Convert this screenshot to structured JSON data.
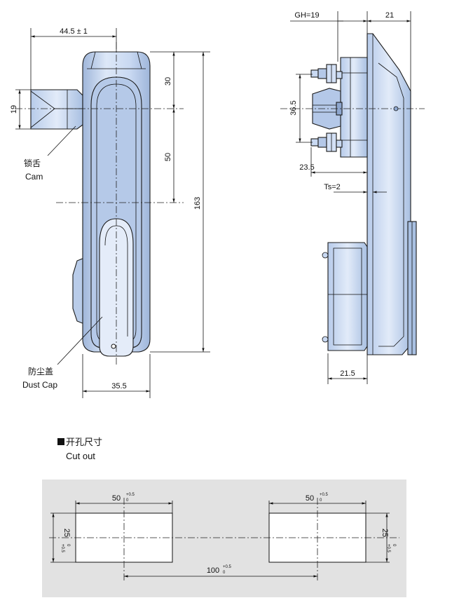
{
  "colors": {
    "part_fill": "#c9d9f2",
    "part_fill_light": "#e2ebf9",
    "part_fill_dark": "#9fb6da",
    "cutout_panel": "#e2e2e2",
    "cutout_hole": "#ffffff",
    "line": "#111111"
  },
  "front_view": {
    "dim_width_top": "44.5 ± 1",
    "dim_upper": "30",
    "dim_middle": "50",
    "dim_total_height": "163",
    "dim_cam": "19",
    "dim_width_bottom": "35.5",
    "cam_label_cn": "锁舌",
    "cam_label_en": "Cam",
    "dust_cap_label_cn": "防尘盖",
    "dust_cap_label_en": "Dust Cap"
  },
  "side_view": {
    "dim_gh": "GH=19",
    "dim_21": "21",
    "dim_36_5": "36.5",
    "dim_23_5": "23.5",
    "dim_ts": "Ts=2",
    "dim_21_5": "21.5"
  },
  "cutout": {
    "title_cn": "开孔尺寸",
    "title_en": "Cut out",
    "bullet_icon": "square-bullet-icon",
    "left_width": "50",
    "right_width": "50",
    "left_height": "25",
    "right_height": "25",
    "spacing": "100",
    "tol_plus": "+0.5",
    "tol_zero": "0"
  }
}
